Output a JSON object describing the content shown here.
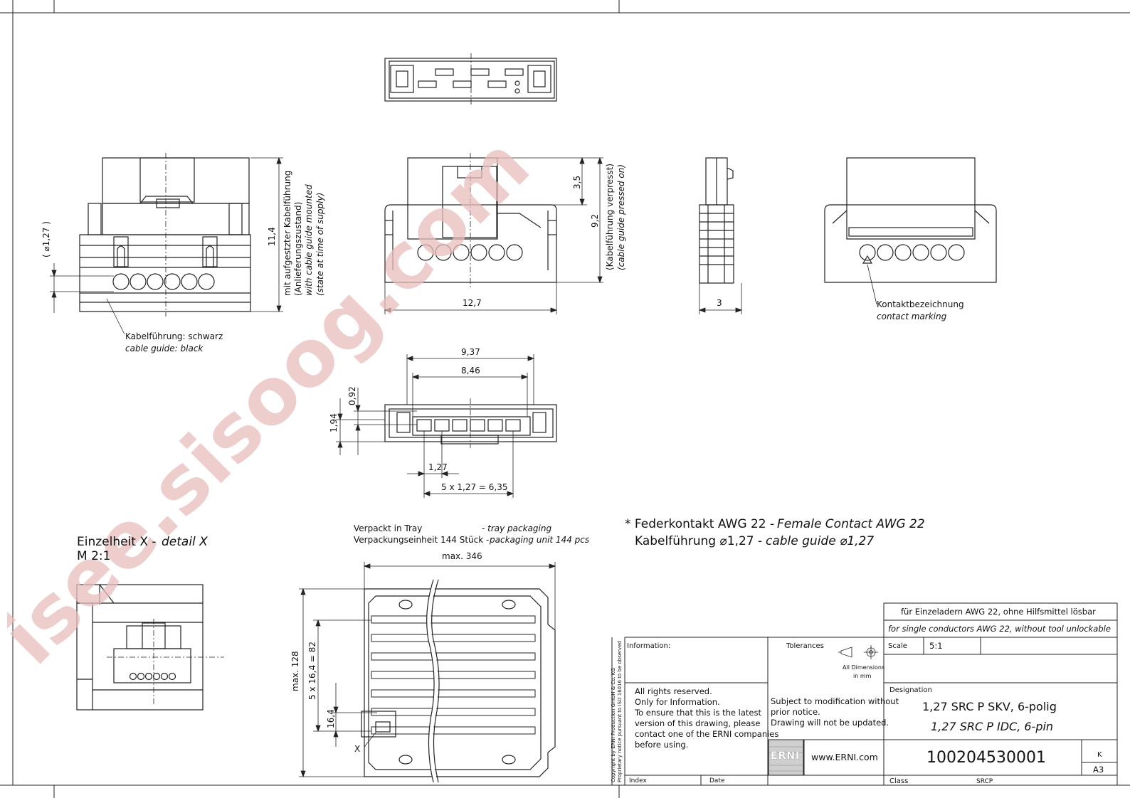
{
  "views": {
    "front_view": {
      "dimensions": {
        "height": "11,4",
        "wire_dia": "( ⌀1,27 )"
      },
      "label_mounted": [
        "mit aufgestzter Kabelführung",
        "(Anlieferungszustand)",
        "with cable guide mounted",
        "(state at time of supply)"
      ],
      "cable_guide": {
        "de": "Kabelführung: schwarz",
        "en": "cable guide: black"
      }
    },
    "pressed_view": {
      "dimensions": {
        "width": "12,7",
        "height": "9,2",
        "top": "3,5"
      },
      "label_pressed": [
        "(Kabelführung verpresst)",
        "(cable guide pressed on)"
      ]
    },
    "side_view": {
      "dimensions": {
        "width": "3"
      }
    },
    "rear_view": {
      "contact_marking": {
        "de": "Kontaktbezeichnung",
        "en": "contact marking"
      }
    },
    "bottom_view": {
      "dimensions": {
        "outer": "9,37",
        "inner": "8,46",
        "small_v": "0,92",
        "large_v": "1,94",
        "pitch": "1,27",
        "total": "5 x 1,27 = 6,35"
      }
    },
    "detail": {
      "title_de": "Einzelheit X -",
      "title_en": "detail  X",
      "scale": "M 2:1"
    },
    "tray": {
      "packed_de": "Verpackt in Tray",
      "packed_en": "- tray packaging",
      "unit_de": "Verpackungseinheit 144 Stück -",
      "unit_en": "packaging unit 144 pcs",
      "width": "max. 346",
      "height": "max. 128",
      "pitch_total": "5 x 16,4 = 82",
      "pitch": "16,4",
      "marker": "X"
    }
  },
  "notes": {
    "contact_de": "* Federkontakt AWG 22 -",
    "contact_en": "Female Contact AWG 22",
    "guide_de": "Kabelführung ⌀1,27 -",
    "guide_en": "cable guide ⌀1,27"
  },
  "title_block": {
    "description_de": "für Einzeladern AWG 22, ohne Hilfsmittel lösbar",
    "description_en": "for single conductors AWG 22, without tool unlockable",
    "information_label": "Information:",
    "tolerances_label": "Tolerances",
    "all_dimensions": [
      "All Dimensions",
      "in mm"
    ],
    "scale_label": "Scale",
    "scale_value": "5:1",
    "rights": [
      "All rights reserved.",
      "Only for Information.",
      "To ensure that this is the latest",
      "version of this drawing, please",
      "contact one of the ERNI companies",
      "before using."
    ],
    "modification": [
      "Subject to modification without",
      "prior notice.",
      "Drawing will not be updated."
    ],
    "designation_label": "Designation",
    "designation_de": "1,27 SRC P SKV, 6-polig",
    "designation_en": "1,27 SRC P IDC, 6-pin",
    "logo": "ERNI",
    "website": "www.ERNI.com",
    "part_number": "100204530001",
    "revision": "K",
    "format": "A3",
    "class_label": "Class",
    "class_value": "SRCP",
    "index_label": "Index",
    "date_label": "Date",
    "copyright": [
      "Copyright by ERNI Production GmbH & Co. KG",
      "Proprietary notice pursuant to ISO 16016 to be observed"
    ]
  },
  "watermark": "isee.sisoog.com",
  "colors": {
    "line": "#222222",
    "watermark": "#e8bcbc"
  }
}
